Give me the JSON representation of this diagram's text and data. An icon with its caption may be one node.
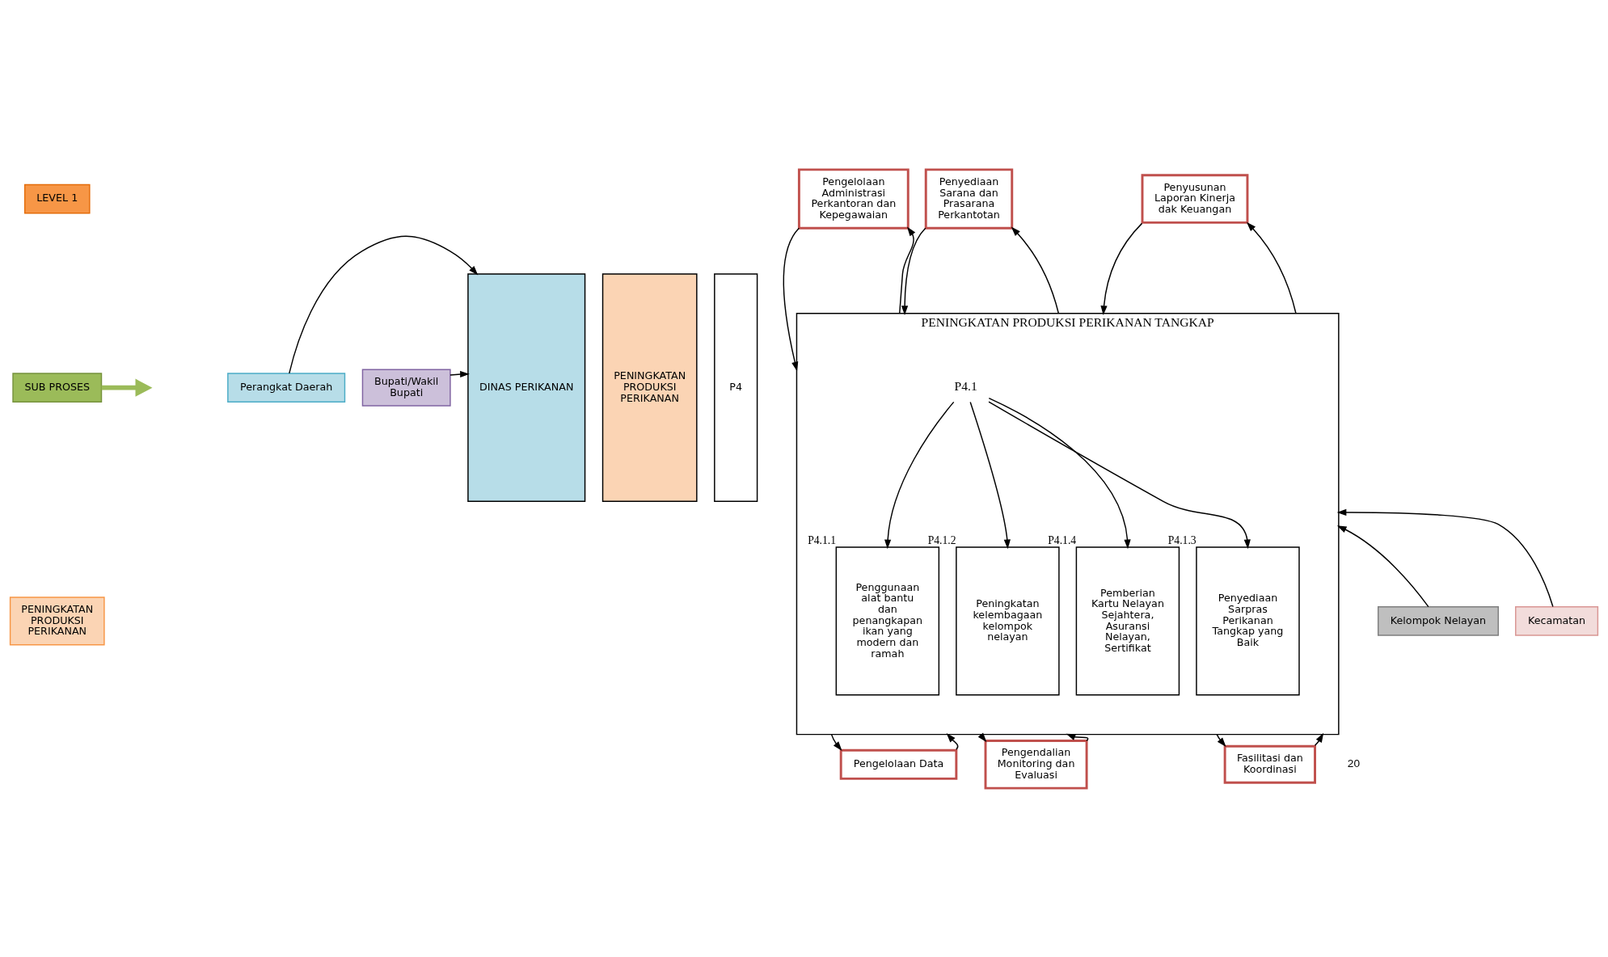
{
  "diagram": {
    "nodes": [
      {
        "text": [
          "LEVEL 1"
        ]
      },
      {
        "text": [
          "SUB PROSES"
        ]
      },
      {
        "text": [
          "PENINGKATAN PRODUKSI PERIKANAN"
        ]
      },
      {
        "text": [
          "Perangkat Daerah"
        ]
      },
      {
        "text": [
          "Bupati/Wakil Bupati"
        ]
      },
      {
        "text": [
          "DINAS PERIKANAN"
        ]
      },
      {
        "text": [
          "PENINGKATAN PRODUKSI PERIKANAN"
        ]
      },
      {
        "text": [
          "P4"
        ]
      },
      {
        "text": [
          "PENINGKATAN PRODUKSI PERIKANAN TANGKAP"
        ]
      },
      {
        "text": [
          "P4.1"
        ],
        "in": 8
      },
      {
        "text": [
          "Penggunaan alat bantu dan penangkapan ikan yang modern dan ramah"
        ],
        "in": 8,
        "beside": [
          "P4.1.1"
        ]
      },
      {
        "text": [
          "Peningkatan kelembagaan kelompok nelayan"
        ],
        "in": 8,
        "beside": [
          "P4.1.2"
        ]
      },
      {
        "text": [
          "Penyediaan Sarpras Perikanan Tangkap yang Baik"
        ],
        "in": 8,
        "beside": [
          "P4.1.3"
        ]
      },
      {
        "text": [
          "Pemberian Kartu Nelayan Sejahtera, Asuransi Nelayan, Sertifikat"
        ],
        "in": 8,
        "beside": [
          "P4.1.4"
        ]
      },
      {
        "text": [
          "Pengelolaan Administrasi Perkantoran dan Kepegawaian"
        ]
      },
      {
        "text": [
          "Penyediaan Sarana dan Prasarana Perkantotan"
        ]
      },
      {
        "text": [
          "Penyusunan Laporan Kinerja dak Keuangan"
        ]
      },
      {
        "text": [
          "Pengelolaan Data"
        ]
      },
      {
        "text": [
          "Pengendalian Monitoring dan Evaluasi"
        ]
      },
      {
        "text": [
          "Fasilitasi dan Koordinasi"
        ]
      },
      {
        "text": [
          "Kecamatan"
        ]
      },
      {
        "text": [
          "Kelompok Nelayan"
        ]
      }
    ],
    "edges": [
      {
        "from": 1,
        "to": null,
        "arrow": "to",
        "style": "thick",
        "color": "#9bbb59"
      },
      {
        "from": 3,
        "to": 5,
        "arrow": "to"
      },
      {
        "from": 4,
        "to": 5,
        "arrow": "to"
      },
      {
        "from": 9,
        "to": 10,
        "arrow": "to"
      },
      {
        "from": 9,
        "to": 11,
        "arrow": "to"
      },
      {
        "from": 9,
        "to": 12,
        "arrow": "to"
      },
      {
        "from": 9,
        "to": 13,
        "arrow": "to"
      },
      {
        "from": 14,
        "to": 8,
        "arrow": "to"
      },
      {
        "from": 8,
        "to": 14,
        "arrow": "to"
      },
      {
        "from": 15,
        "to": 8,
        "arrow": "to"
      },
      {
        "from": 8,
        "to": 15,
        "arrow": "to"
      },
      {
        "from": 16,
        "to": 8,
        "arrow": "to"
      },
      {
        "from": 8,
        "to": 16,
        "arrow": "to"
      },
      {
        "from": 8,
        "to": 17,
        "arrow": "to"
      },
      {
        "from": 17,
        "to": 8,
        "arrow": "to"
      },
      {
        "from": 8,
        "to": 18,
        "arrow": "to"
      },
      {
        "from": 18,
        "to": 8,
        "arrow": "to"
      },
      {
        "from": 8,
        "to": 19,
        "arrow": "to"
      },
      {
        "from": 19,
        "to": 8,
        "arrow": "to"
      },
      {
        "from": 20,
        "to": 8,
        "arrow": "to"
      },
      {
        "from": 21,
        "to": 8,
        "arrow": "to"
      }
    ],
    "labels": [
      "20"
    ]
  }
}
